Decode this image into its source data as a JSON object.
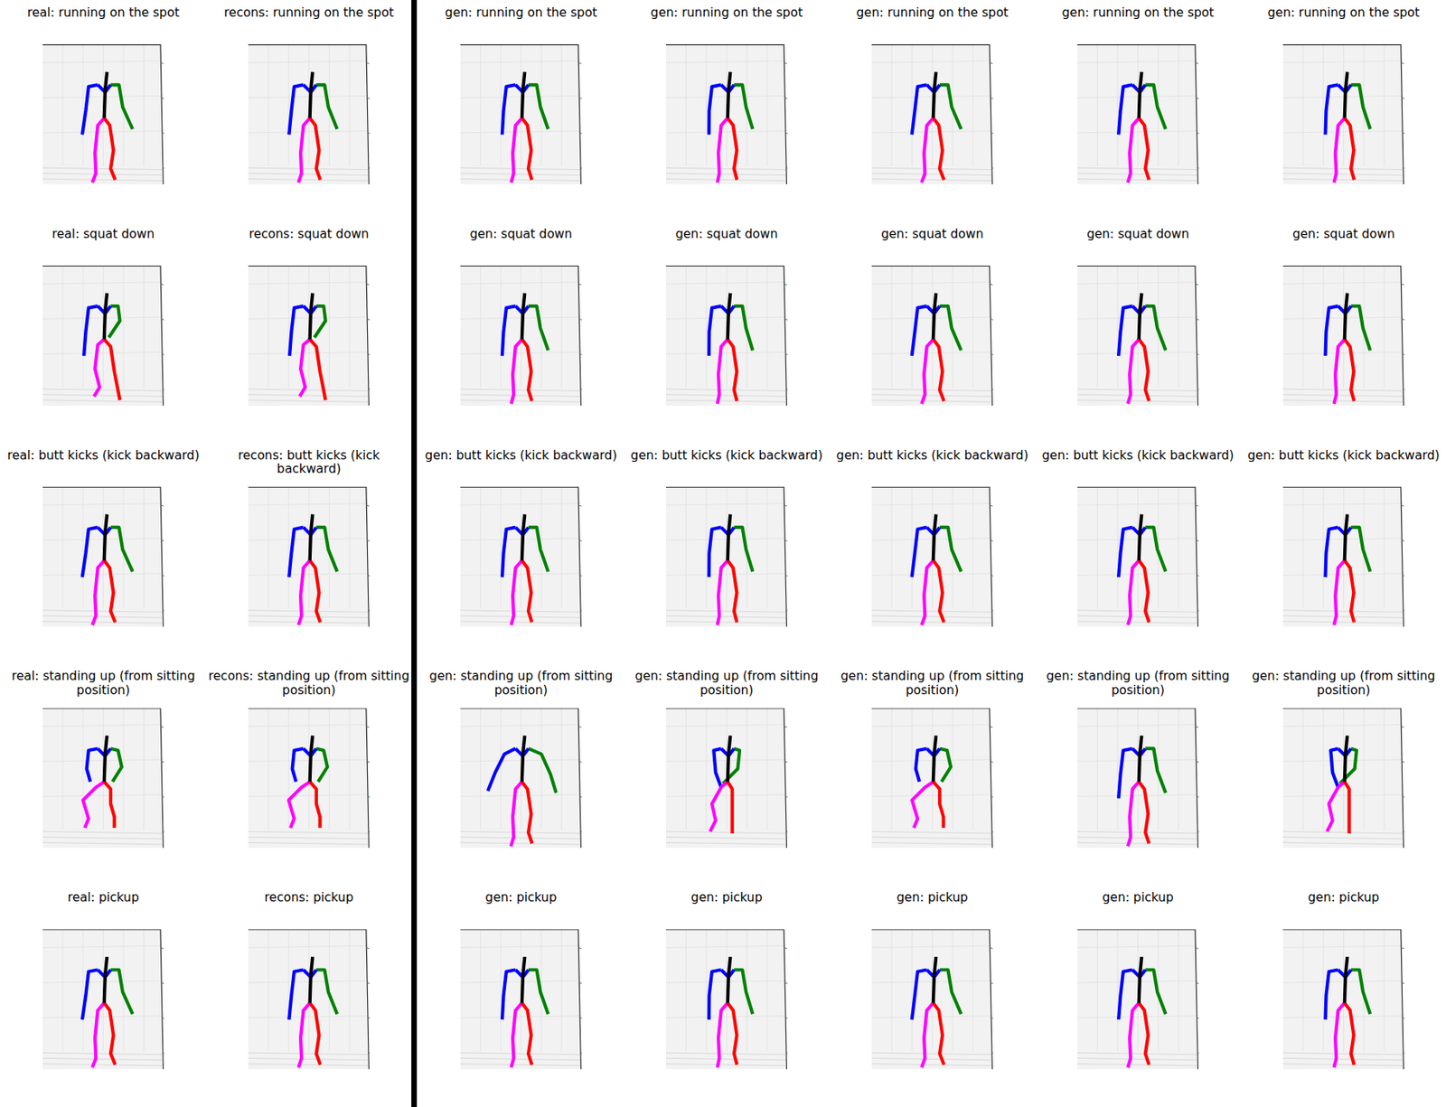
{
  "diagram": {
    "labels": [
      "real: running on the spot",
      "recons: running on the spot",
      "gen: running on the spot",
      "gen: running on the spot",
      "gen: running on the spot",
      "gen: running on the spot",
      "gen: running on the spot",
      "real: squat down",
      "recons: squat down",
      "gen: squat down",
      "gen: squat down",
      "gen: squat down",
      "gen: squat down",
      "gen: squat down",
      "real: butt kicks (kick backward)",
      "recons: butt kicks (kick backward)",
      "gen: butt kicks (kick backward)",
      "gen: butt kicks (kick backward)",
      "gen: butt kicks (kick backward)",
      "gen: butt kicks (kick backward)",
      "gen: butt kicks (kick backward)",
      "real: standing up (from sitting position)",
      "recons: standing up (from sitting position)",
      "gen: standing up (from sitting position)",
      "gen: standing up (from sitting position)",
      "gen: standing up (from sitting position)",
      "gen: standing up (from sitting position)",
      "gen: standing up (from sitting position)",
      "real: pickup",
      "recons: pickup",
      "gen: pickup",
      "gen: pickup",
      "gen: pickup",
      "gen: pickup",
      "gen: pickup"
    ]
  }
}
